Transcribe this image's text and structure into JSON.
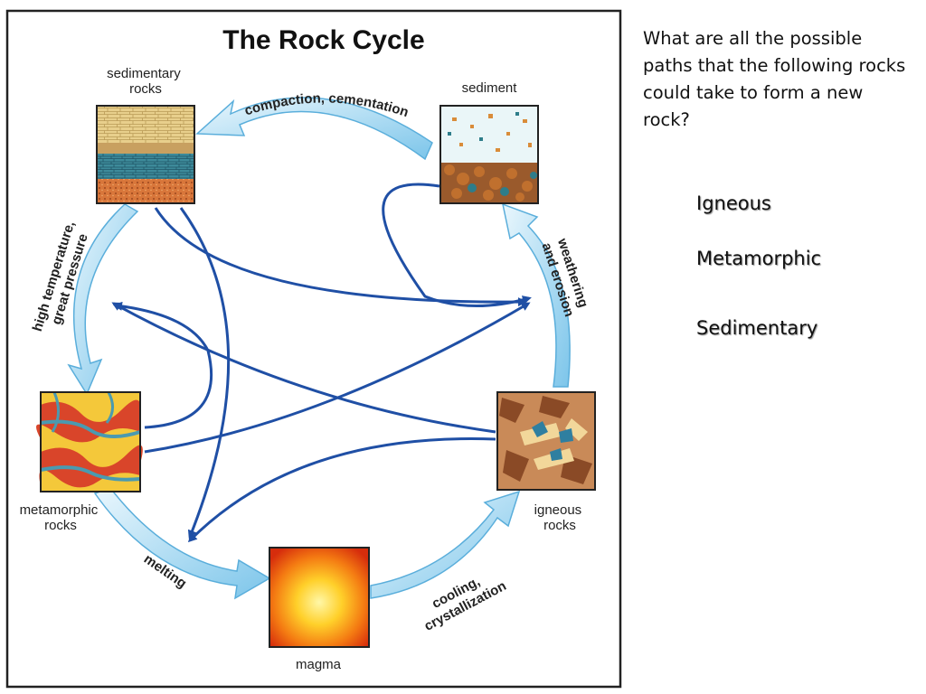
{
  "diagram": {
    "title": "The Rock Cycle",
    "nodes": {
      "sedimentary": [
        "sedimentary",
        "rocks"
      ],
      "sediment": [
        "sediment"
      ],
      "metamorphic": [
        "metamorphic",
        "rocks"
      ],
      "igneous": [
        "igneous",
        "rocks"
      ],
      "magma": [
        "magma"
      ]
    },
    "processes": {
      "compaction": "compaction, cementation",
      "pressure": [
        "high temperature,",
        "great pressure"
      ],
      "weathering": [
        "weathering",
        "and erosion"
      ],
      "melting": "melting",
      "cooling": [
        "cooling,",
        "crystallization"
      ]
    },
    "colors": {
      "cycle_arrow": "#6fbfe6",
      "cross_arrow": "#1f4fa5",
      "frame": "#222222"
    }
  },
  "question": "What are all the possible paths that the following rocks could take to form a new rock?",
  "rock_types": [
    "Igneous",
    "Metamorphic",
    "Sedimentary"
  ]
}
